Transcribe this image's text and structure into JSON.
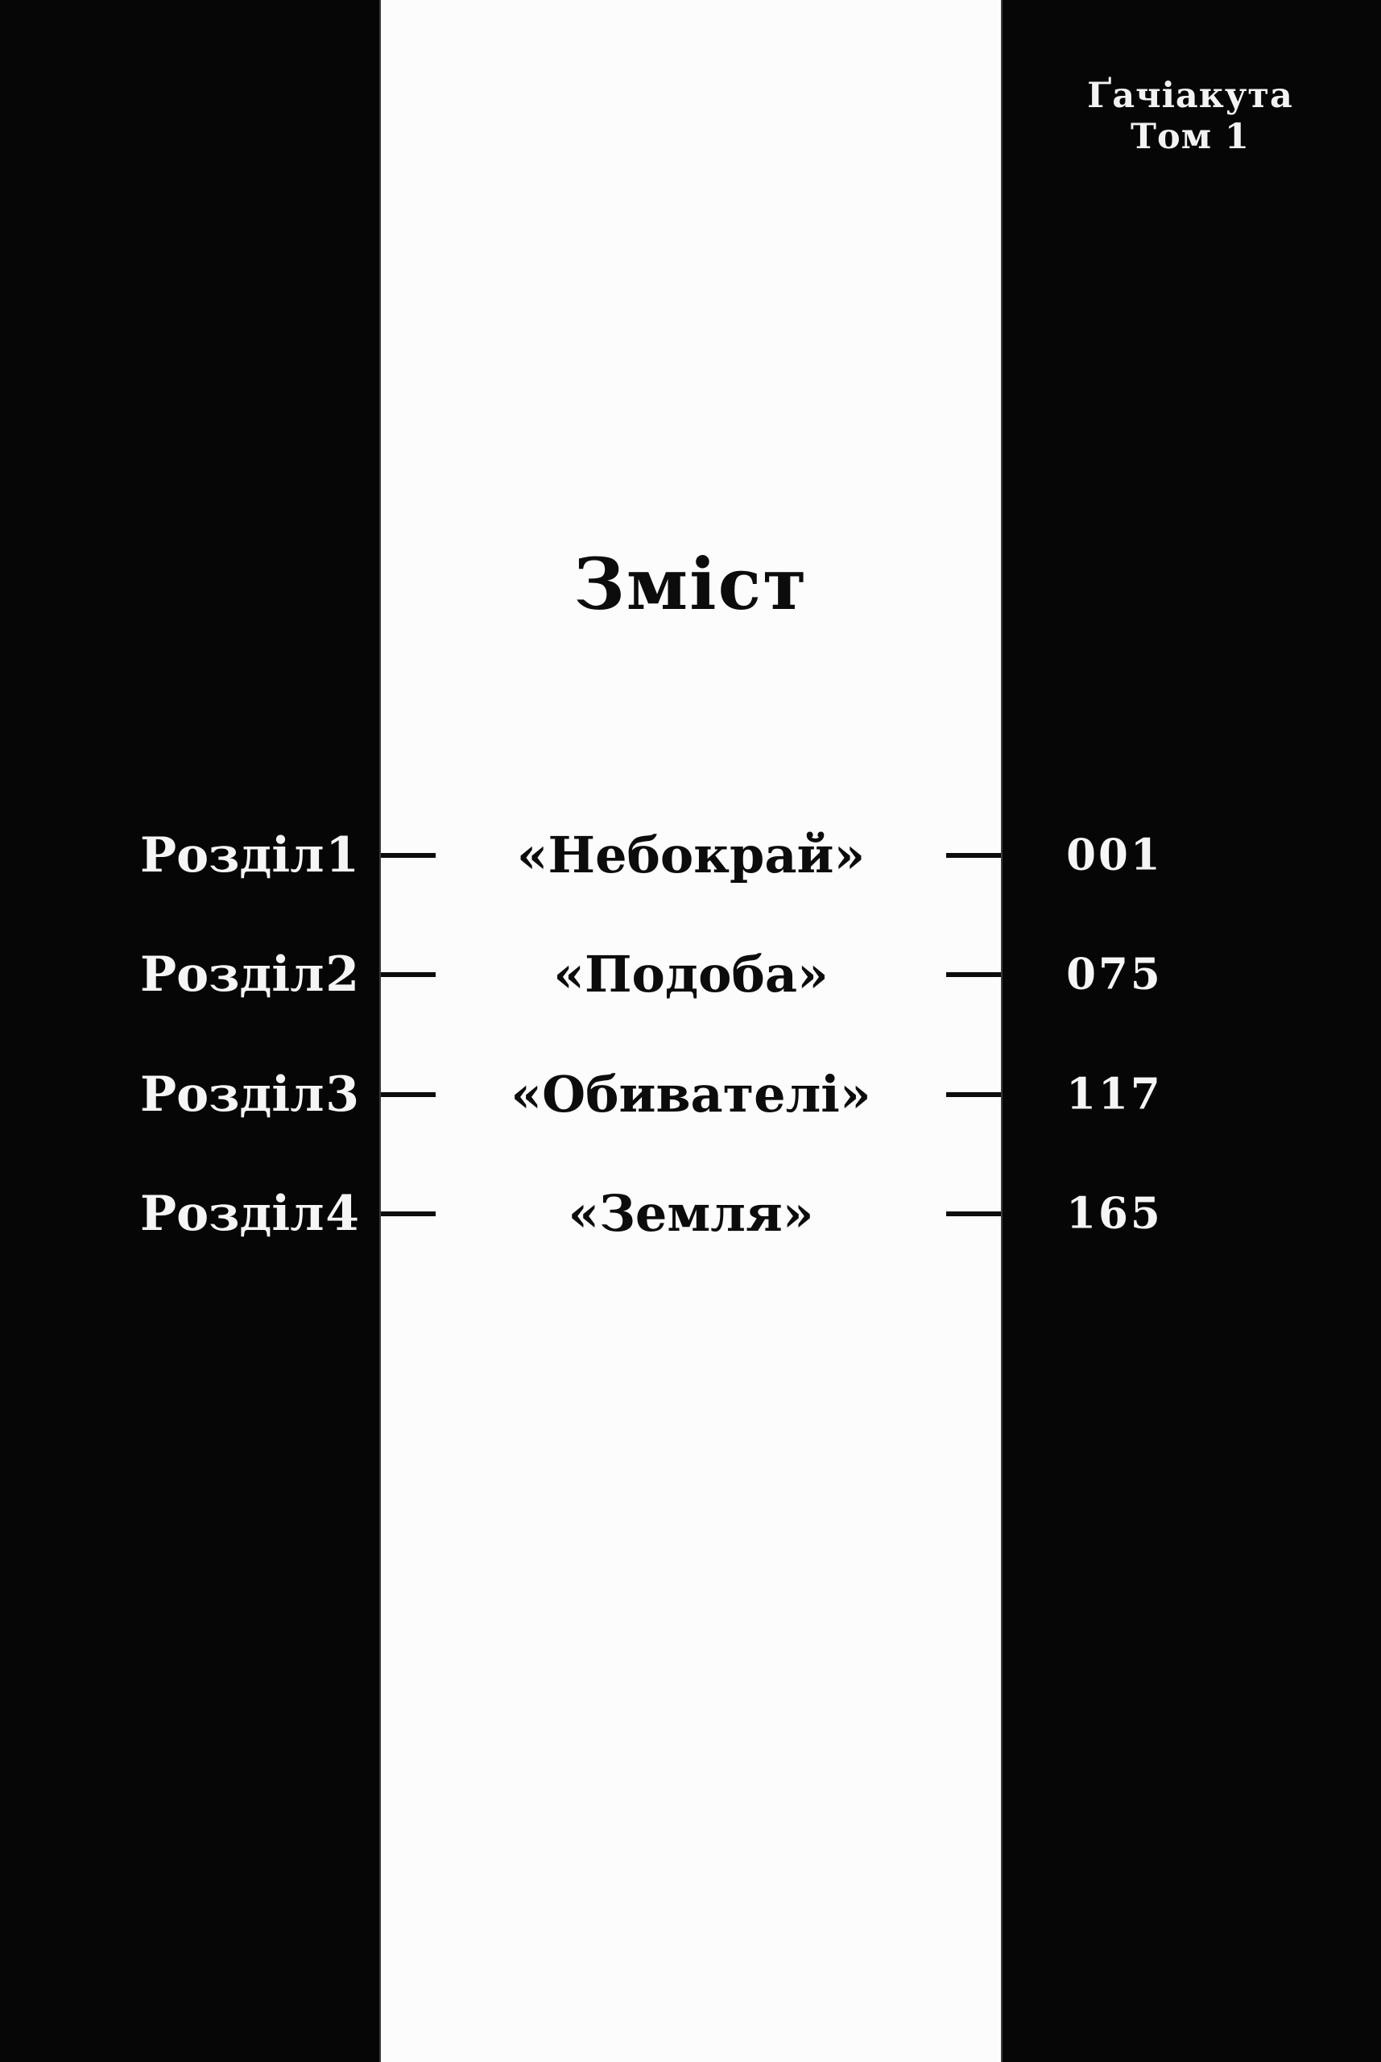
{
  "colors": {
    "background": "#060606",
    "panel": "#fcfcfc",
    "text_dark": "#0c0c0c",
    "text_light": "#f2f2f2"
  },
  "header": {
    "series": "Ґачіакута",
    "volume": "Том 1"
  },
  "contents_title": "Зміст",
  "toc": {
    "rows": [
      {
        "chapter_word": "Розділ",
        "chapter_num": "1",
        "title": "«Небокрай»",
        "page": "001"
      },
      {
        "chapter_word": "Розділ",
        "chapter_num": "2",
        "title": "«Подоба»",
        "page": "075"
      },
      {
        "chapter_word": "Розділ",
        "chapter_num": "3",
        "title": "«Обивателі»",
        "page": "117"
      },
      {
        "chapter_word": "Розділ",
        "chapter_num": "4",
        "title": "«Земля»",
        "page": "165"
      }
    ]
  }
}
